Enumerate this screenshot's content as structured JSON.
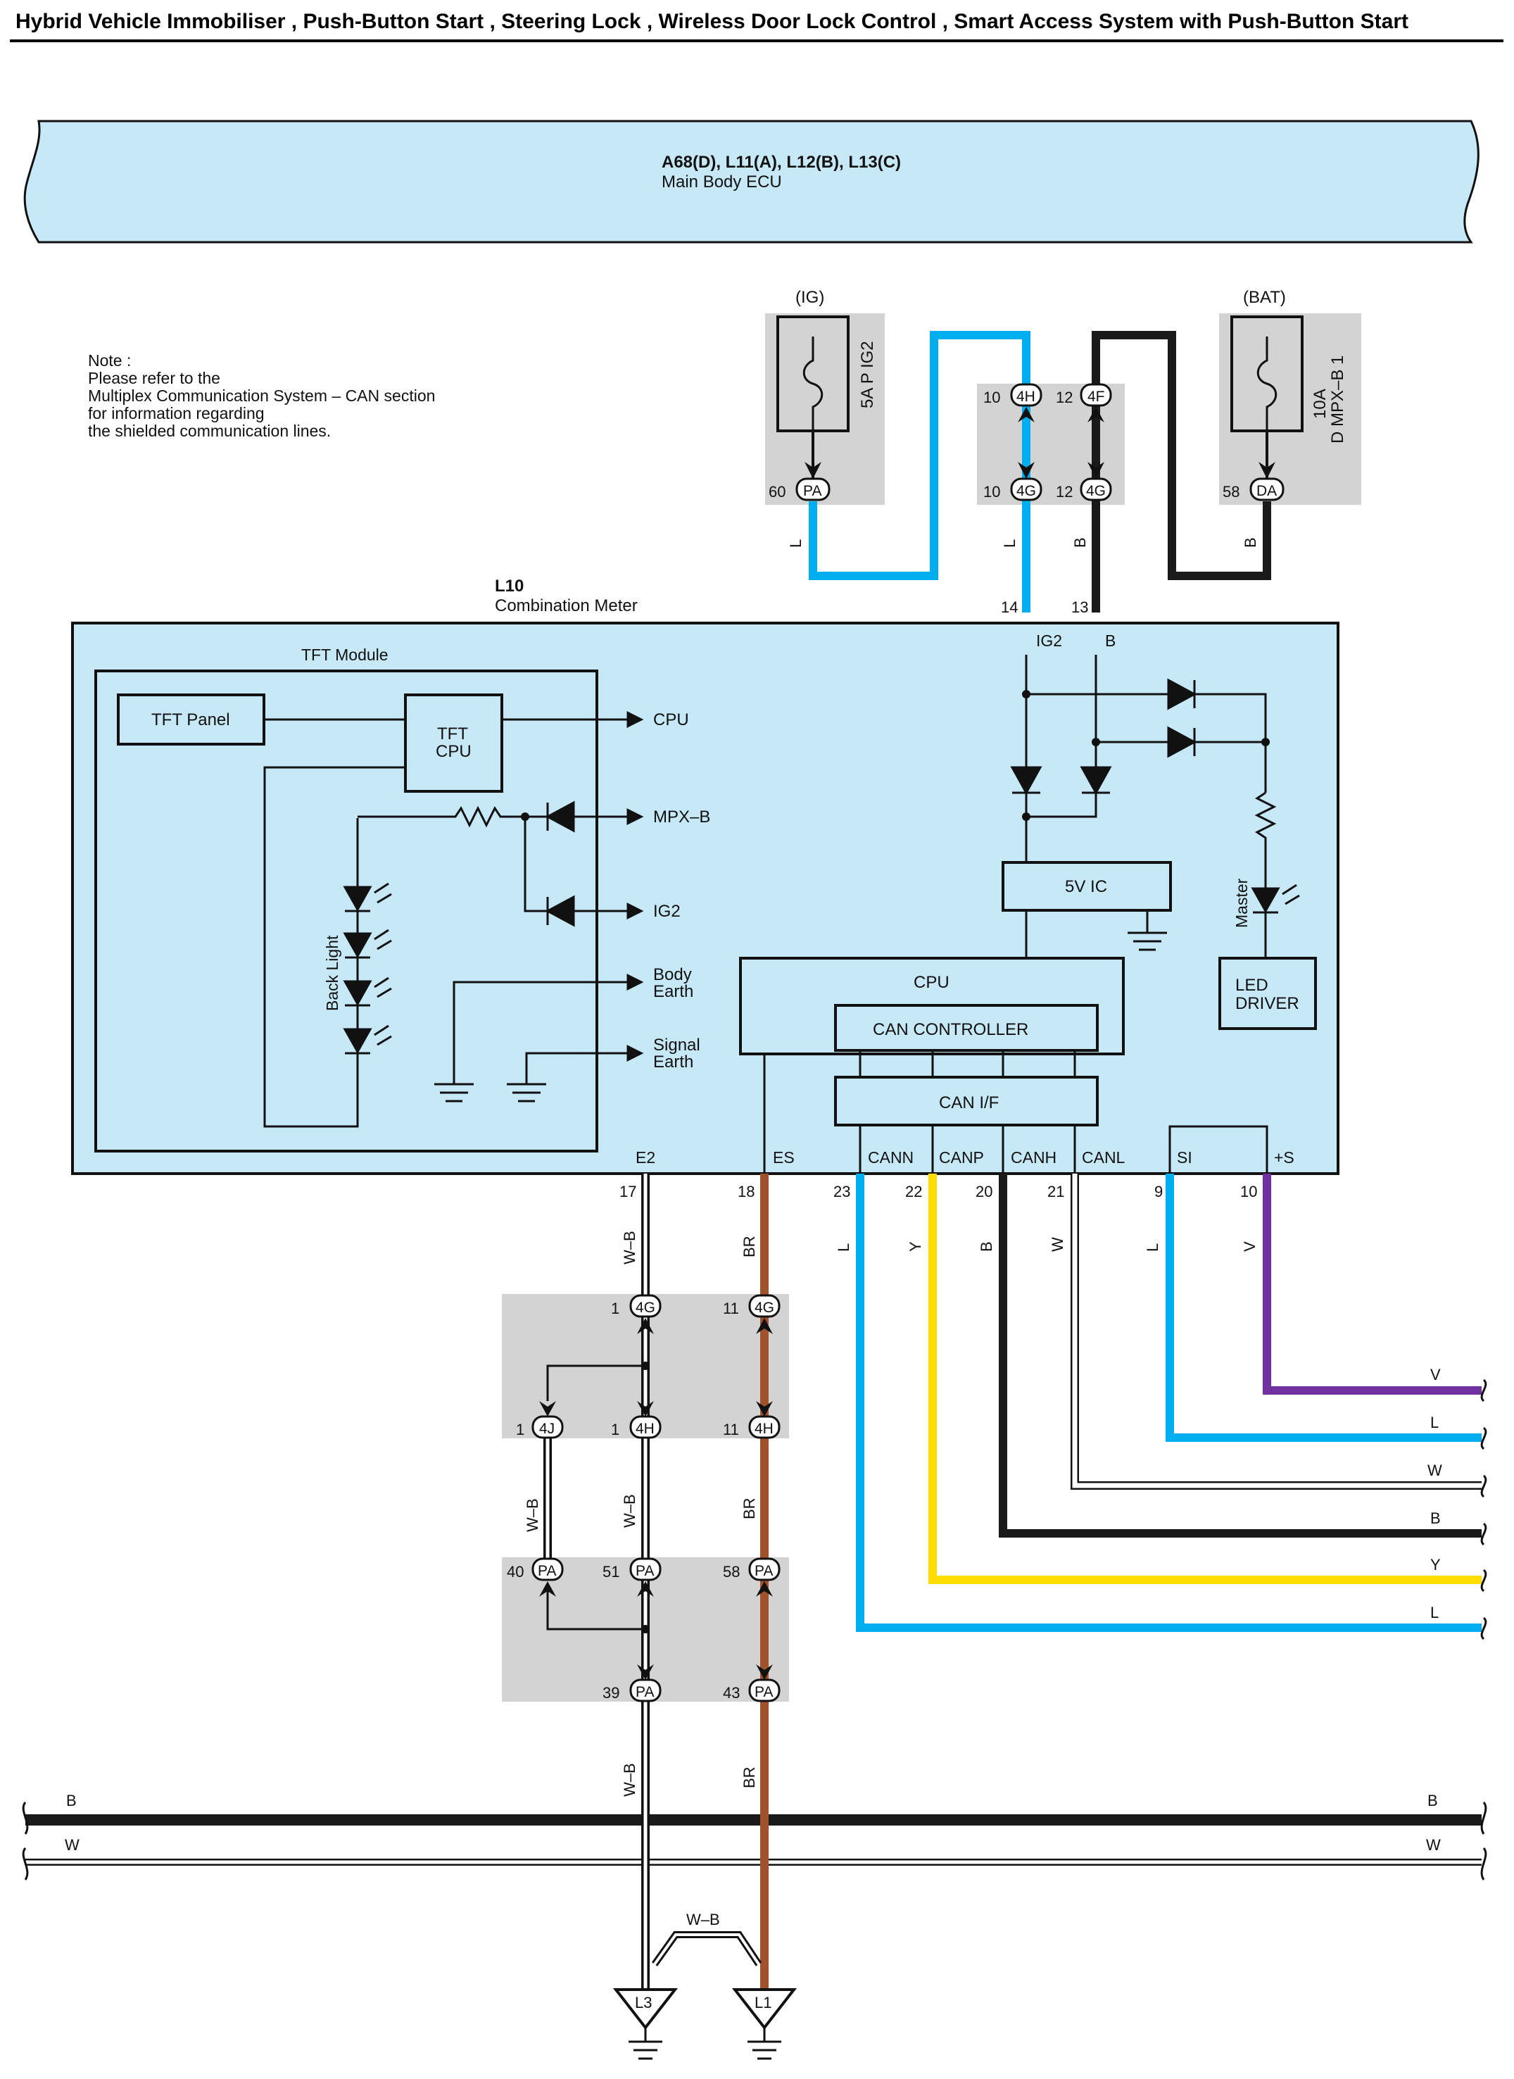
{
  "title": "Hybrid Vehicle Immobiliser , Push-Button Start , Steering Lock , Wireless Door Lock Control , Smart Access System with Push-Button Start",
  "ecu": {
    "codes": "A68(D), L11(A), L12(B), L13(C)",
    "name": "Main Body ECU"
  },
  "note": [
    "Note :",
    "Please refer to the",
    "Multiplex Communication System – CAN section",
    "for information regarding",
    "the shielded communication lines."
  ],
  "fuses": {
    "ig": {
      "group": "(IG)",
      "label": "5A P IG2"
    },
    "bat": {
      "group": "(BAT)",
      "label1": "10A",
      "label2": "D MPX–B 1"
    }
  },
  "connectors": {
    "pa": "PA",
    "h4": "4H",
    "f4": "4F",
    "g4": "4G",
    "da": "DA",
    "j4": "4J",
    "pin60": "60",
    "pin10a": "10",
    "pin12a": "12",
    "pin10b": "10",
    "pin12b": "12",
    "pin58": "58",
    "j1_g4": "1",
    "j11_g4": "11",
    "j1_4j": "1",
    "j1_4h": "1",
    "j11_4h": "11",
    "p40": "40",
    "p51": "51",
    "p58": "58",
    "p39": "39",
    "p43": "43"
  },
  "meter": {
    "code": "L10",
    "name": "Combination Meter",
    "pin14": "14",
    "pin13": "13",
    "ig2": "IG2",
    "b": "B",
    "tft_module": "TFT Module",
    "tft_panel": "TFT Panel",
    "tft_cpu1": "TFT",
    "tft_cpu2": "CPU",
    "out_cpu": "CPU",
    "out_mpxb": "MPX–B",
    "out_ig2": "IG2",
    "body_earth1": "Body",
    "body_earth2": "Earth",
    "signal_earth1": "Signal",
    "signal_earth2": "Earth",
    "back_light": "Back Light",
    "five_v_ic": "5V IC",
    "cpu": "CPU",
    "can_controller": "CAN CONTROLLER",
    "can_if": "CAN I/F",
    "master": "Master",
    "led_driver1": "LED",
    "led_driver2": "DRIVER",
    "terms": [
      "E2",
      "ES",
      "CANN",
      "CANP",
      "CANH",
      "CANL",
      "SI",
      "+S"
    ],
    "pins": [
      "17",
      "18",
      "23",
      "22",
      "20",
      "21",
      "9",
      "10"
    ]
  },
  "wires": {
    "l": "L",
    "b": "B",
    "wb": "W–B",
    "br": "BR",
    "y": "Y",
    "w": "W",
    "v": "V"
  },
  "grounds": {
    "l3": "L3",
    "l1": "L1"
  },
  "colors": {
    "wire_blue": "#00aeef",
    "wire_black": "#1a1a1a",
    "wire_yellow": "#ffdd00",
    "wire_brown": "#a0522d",
    "wire_violet": "#7030a0",
    "panel_fill": "#c6e8f7",
    "connector_shade": "#d3d3d3"
  }
}
